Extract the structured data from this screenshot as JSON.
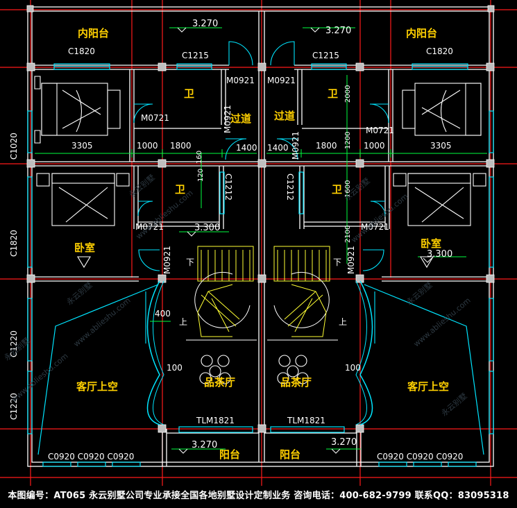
{
  "rooms": {
    "inner_balcony_left": "内阳台",
    "inner_balcony_right": "内阳台",
    "corridor_left": "过道",
    "corridor_right": "过道",
    "bath_top_left": "卫",
    "bath_top_right": "卫",
    "bath_mid_left": "卫",
    "bath_mid_right": "卫",
    "bedroom_left": "卧室",
    "bedroom_right": "卧室",
    "living_void_left": "客厅上空",
    "living_void_right": "客厅上空",
    "tea_room_left": "品茶厅",
    "tea_room_right": "品茶厅",
    "balcony_left": "阳台",
    "balcony_right": "阳台"
  },
  "elevations": {
    "top_left": "3.270",
    "top_right": "3.270",
    "mid_left": "3.300",
    "mid_right": "3.300",
    "bottom_left": "3.270",
    "bottom_right": "3.270"
  },
  "windows": {
    "c1820_top_left": "C1820",
    "c1820_top_right": "C1820",
    "c1215_left": "C1215",
    "c1215_right": "C1215",
    "c1212_left": "C1212",
    "c1212_right": "C1212",
    "side_left": [
      "C1020",
      "C1820",
      "C1220",
      "C1220"
    ],
    "bottom_left_row": "C0920 C0920 C0920",
    "bottom_right_row": "C0920 C0920 C0920"
  },
  "doors": {
    "m0921_top_left": "M0921",
    "m0921_top_right": "M0921",
    "m0721_top_left": "M0721",
    "m0721_top_right": "M0721",
    "m0921_corr_left": "M0921",
    "m0921_corr_right": "M0921",
    "m0721_bed_left": "M0721",
    "m0721_bed_right": "M0721",
    "m0921_stair_left": "M0921",
    "m0921_stair_right": "M0921",
    "tlm_left": "TLM1821",
    "tlm_right": "TLM1821"
  },
  "dimensions": {
    "d3305_left": "3305",
    "d3305_right": "3305",
    "d1000_left": "1000",
    "d1000_right": "1000",
    "d1800_left": "1800",
    "d1800_right": "1800",
    "d1400_left": "1400",
    "d1400_right": "1400",
    "d160_left": "160",
    "d120_left": "120",
    "d2000_right": "2000",
    "d1200_right": "1200",
    "d1600_right": "1600",
    "d2100_right": "2100",
    "d400_left": "400",
    "d100_left": "100",
    "d100_right": "100"
  },
  "stair": {
    "down_left": "下",
    "up_left": "上",
    "down_right": "下",
    "up_right": "上"
  },
  "watermarks": [
    "永云别墅",
    "www.ablieshu.com"
  ],
  "footer": "本图编号：AT065  永云别墅公司专业承接全国各地别墅设计定制业务  咨询电话：400-682-9799  联系QQ：83095318",
  "colors": {
    "background": "#000000",
    "wall": "#ffffff",
    "axis": "#ff1a1a",
    "dimension": "#00ff40",
    "window": "#00e5ff",
    "furniture": "#ffffff",
    "room_label": "#ffd000",
    "stair": "#ffff33",
    "column": "#bfbfbf"
  }
}
